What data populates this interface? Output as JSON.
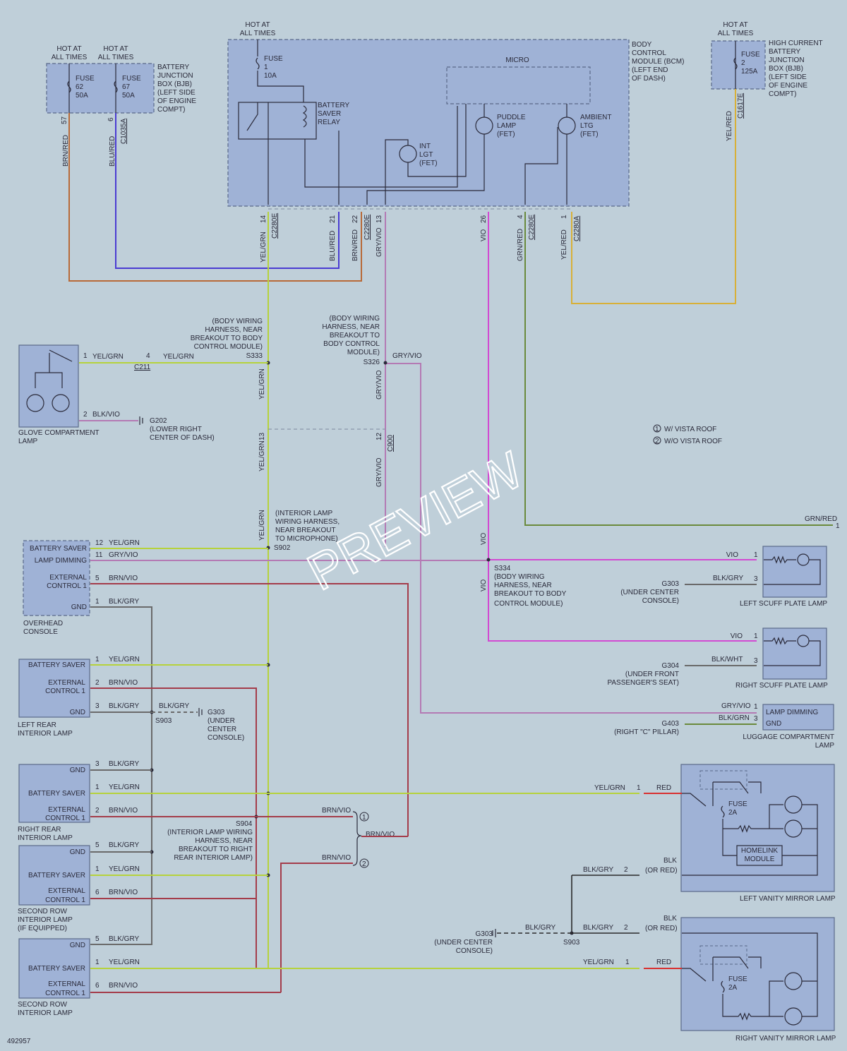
{
  "top": {
    "hot_at": "HOT AT",
    "all_times": "ALL TIMES"
  },
  "bjb": {
    "fuse62": [
      "FUSE",
      "62",
      "50A"
    ],
    "fuse67": [
      "FUSE",
      "67",
      "50A"
    ],
    "label": [
      "BATTERY",
      "JUNCTION",
      "BOX (BJB)",
      "(LEFT SIDE",
      "OF ENGINE",
      "COMPT)"
    ],
    "pin57": "57",
    "pin6": "6",
    "conn": "C1035A",
    "wire1": "BRN/RED",
    "wire2": "BLU/RED"
  },
  "bcm": {
    "fuse": [
      "FUSE",
      "1",
      "10A"
    ],
    "relay": [
      "BATTERY",
      "SAVER",
      "RELAY"
    ],
    "micro": "MICRO",
    "puddle": [
      "PUDDLE",
      "LAMP",
      "(FET)"
    ],
    "ambient": [
      "AMBIENT",
      "LTG",
      "(FET)"
    ],
    "intlgt": [
      "INT",
      "LGT",
      "(FET)"
    ],
    "label": [
      "BODY",
      "CONTROL",
      "MODULE (BCM)",
      "(LEFT END",
      "OF DASH)"
    ],
    "pins": [
      "14",
      "21",
      "22",
      "13",
      "26",
      "4",
      "1"
    ],
    "conn1": "C2280E",
    "conn2": "C2280E",
    "conn3": "C2280E",
    "conn4": "C2280A",
    "wires": [
      "YEL/GRN",
      "BLU/RED",
      "BRN/RED",
      "GRY/VIO",
      "VIO",
      "GRN/RED",
      "YEL/RED"
    ]
  },
  "hcbjb": {
    "fuse": [
      "FUSE",
      "2",
      "125A"
    ],
    "label": [
      "HIGH CURRENT",
      "BATTERY",
      "JUNCTION",
      "BOX (BJB)",
      "(LEFT SIDE",
      "OF ENGINE",
      "COMPT)"
    ],
    "conn": "C1617E",
    "wire": "YEL/RED"
  },
  "splices": {
    "s333": [
      "(BODY WIRING",
      "HARNESS, NEAR",
      "BREAKOUT TO BODY",
      "CONTROL MODULE)",
      "S333"
    ],
    "s326": [
      "(BODY WIRING",
      "HARNESS, NEAR",
      "BREAKOUT TO",
      "BODY CONTROL",
      "MODULE)",
      "S326"
    ],
    "s902": [
      "(INTERIOR LAMP",
      "WIRING HARNESS,",
      "NEAR BREAKOUT",
      "TO MICROPHONE)",
      "S902"
    ],
    "s334": [
      "S334",
      "(BODY WIRING",
      "HARNESS, NEAR",
      "BREAKOUT TO BODY",
      "CONTROL MODULE)"
    ],
    "s904": [
      "S904",
      "(INTERIOR LAMP WIRING",
      "HARNESS, NEAR",
      "BREAKOUT TO RIGHT",
      "REAR INTERIOR LAMP)"
    ],
    "s903": "S903"
  },
  "glove": {
    "label": [
      "GLOVE COMPARTMENT",
      "LAMP"
    ],
    "pin1": "1",
    "pin2": "2",
    "pin4": "4",
    "w1": "YEL/GRN",
    "w2": "YEL/GRN",
    "w3": "BLK/VIO",
    "conn": "C211",
    "gnd": [
      "G202",
      "(LOWER RIGHT",
      "CENTER OF DASH)"
    ]
  },
  "c900": {
    "pin13": "13",
    "pin12": "12",
    "conn": "C900",
    "w1": "YEL/GRN",
    "w2": "GRY/VIO"
  },
  "legend": {
    "l1": "W/ VISTA ROOF",
    "l2": "W/O VISTA ROOF",
    "n1": "1",
    "n2": "2"
  },
  "overhead": {
    "rows": [
      "BATTERY SAVER",
      "LAMP DIMMING",
      "EXTERNAL",
      "CONTROL 1",
      "GND"
    ],
    "pins": [
      "12",
      "11",
      "5",
      "1"
    ],
    "wires": [
      "YEL/GRN",
      "GRY/VIO",
      "BRN/VIO",
      "BLK/GRY"
    ],
    "label": [
      "OVERHEAD",
      "CONSOLE"
    ]
  },
  "leftrear": {
    "rows": [
      "BATTERY SAVER",
      "EXTERNAL",
      "CONTROL 1",
      "GND"
    ],
    "pins": [
      "1",
      "2",
      "3"
    ],
    "wires": [
      "YEL/GRN",
      "BRN/VIO",
      "BLK/GRY",
      "BLK/GRY"
    ],
    "label": [
      "LEFT REAR",
      "INTERIOR LAMP"
    ],
    "gnd": [
      "G303",
      "(UNDER",
      "CENTER",
      "CONSOLE)"
    ]
  },
  "rightrear": {
    "rows": [
      "GND",
      "BATTERY SAVER",
      "EXTERNAL",
      "CONTROL 1"
    ],
    "pins": [
      "3",
      "1",
      "2"
    ],
    "wires": [
      "BLK/GRY",
      "YEL/GRN",
      "BRN/VIO"
    ],
    "label": [
      "RIGHT REAR",
      "INTERIOR LAMP"
    ]
  },
  "secondrow1": {
    "rows": [
      "GND",
      "BATTERY SAVER",
      "EXTERNAL",
      "CONTROL 1"
    ],
    "pins": [
      "5",
      "1",
      "6"
    ],
    "wires": [
      "BLK/GRY",
      "YEL/GRN",
      "BRN/VIO"
    ],
    "label": [
      "SECOND ROW",
      "INTERIOR LAMP",
      "(IF EQUIPPED)"
    ]
  },
  "secondrow2": {
    "rows": [
      "GND",
      "BATTERY SAVER",
      "EXTERNAL",
      "CONTROL 1"
    ],
    "pins": [
      "5",
      "1",
      "6"
    ],
    "wires": [
      "BLK/GRY",
      "YEL/GRN",
      "BRN/VIO"
    ],
    "label": [
      "SECOND ROW",
      "INTERIOR LAMP"
    ]
  },
  "brnvio": {
    "w1": "BRN/VIO",
    "w2": "BRN/VIO",
    "w3": "BRN/VIO",
    "n1": "1",
    "n2": "2"
  },
  "right": {
    "grnred": "GRN/RED",
    "grnred_pin": "1",
    "vio_label": "VIO",
    "lscuff": {
      "label": "LEFT SCUFF PLATE LAMP",
      "w1": "VIO",
      "w2": "BLK/GRY",
      "p1": "1",
      "p3": "3",
      "gnd": [
        "G303",
        "(UNDER CENTER",
        "CONSOLE)"
      ]
    },
    "rscuff": {
      "label": "RIGHT SCUFF PLATE LAMP",
      "w1": "VIO",
      "w2": "BLK/WHT",
      "p1": "1",
      "p3": "3",
      "gnd": [
        "G304",
        "(UNDER FRONT",
        "PASSENGER'S SEAT)"
      ]
    },
    "luggage": {
      "label": [
        "LUGGAGE COMPARTMENT",
        "LAMP"
      ],
      "rows": [
        "LAMP DIMMING",
        "GND"
      ],
      "w1": "GRY/VIO",
      "w2": "BLK/GRN",
      "p1": "1",
      "p3": "3",
      "gnd": [
        "G403",
        "(RIGHT \"C\" PILLAR)"
      ]
    },
    "lvanity": {
      "label": "LEFT VANITY MIRROR LAMP",
      "fuse": [
        "FUSE",
        "2A"
      ],
      "homelink": [
        "HOMELINK",
        "MODULE"
      ],
      "w1": "YEL/GRN",
      "w1b": "RED",
      "w2": "BLK/GRY",
      "w2b": [
        "BLK",
        "(OR RED)"
      ],
      "p1": "1",
      "p2": "2"
    },
    "rvanity": {
      "label": "RIGHT VANITY MIRROR LAMP",
      "fuse": [
        "FUSE",
        "2A"
      ],
      "w1": "YEL/GRN",
      "w1b": "RED",
      "w2": "BLK/GRY",
      "w2b": [
        "BLK",
        "(OR RED)"
      ],
      "p1": "1",
      "p2": "2"
    },
    "s903b": {
      "label": "S903",
      "w": "BLK/GRY",
      "gnd": [
        "G303",
        "(UNDER CENTER",
        "CONSOLE)"
      ]
    }
  },
  "watermark": "PREVIEW",
  "figure_id": "492957"
}
